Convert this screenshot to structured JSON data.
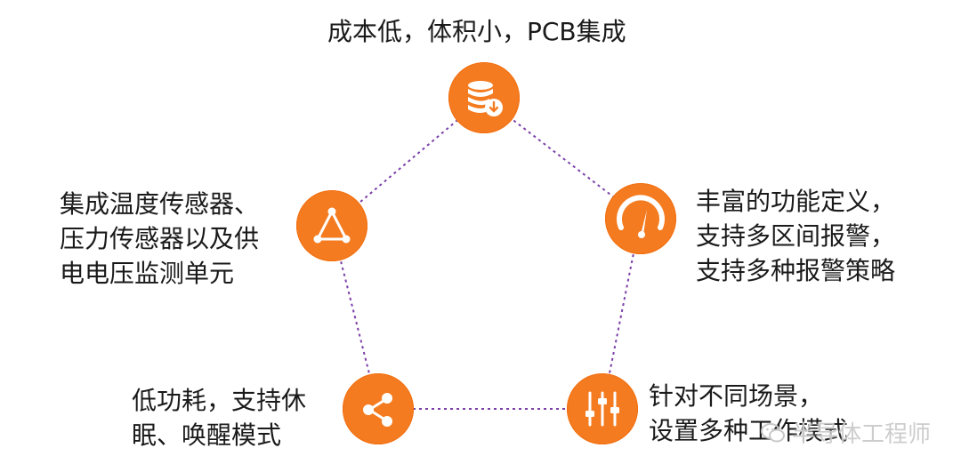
{
  "diagram": {
    "accent_color": "#f47b20",
    "connector_color": "#7a3fa8",
    "nodes": [
      {
        "id": "top",
        "icon": "database-download-icon",
        "lines": [
          "成本低，体积小，PCB集成"
        ]
      },
      {
        "id": "right",
        "icon": "gauge-icon",
        "lines": [
          "丰富的功能定义，",
          "支持多区间报警，",
          "支持多种报警策略"
        ]
      },
      {
        "id": "bottom_right",
        "icon": "sliders-icon",
        "lines": [
          "针对不同场景，",
          "设置多种工作模式"
        ]
      },
      {
        "id": "bottom_left",
        "icon": "share-icon",
        "lines": [
          "低功耗，支持休",
          "眠、唤醒模式"
        ]
      },
      {
        "id": "left",
        "icon": "triangle-nodes-icon",
        "lines": [
          "集成温度传感器、",
          "压力传感器以及供",
          "电电压监测单元"
        ]
      }
    ]
  },
  "watermark": {
    "icon": "wechat-icon",
    "text": "半导体工程师"
  }
}
